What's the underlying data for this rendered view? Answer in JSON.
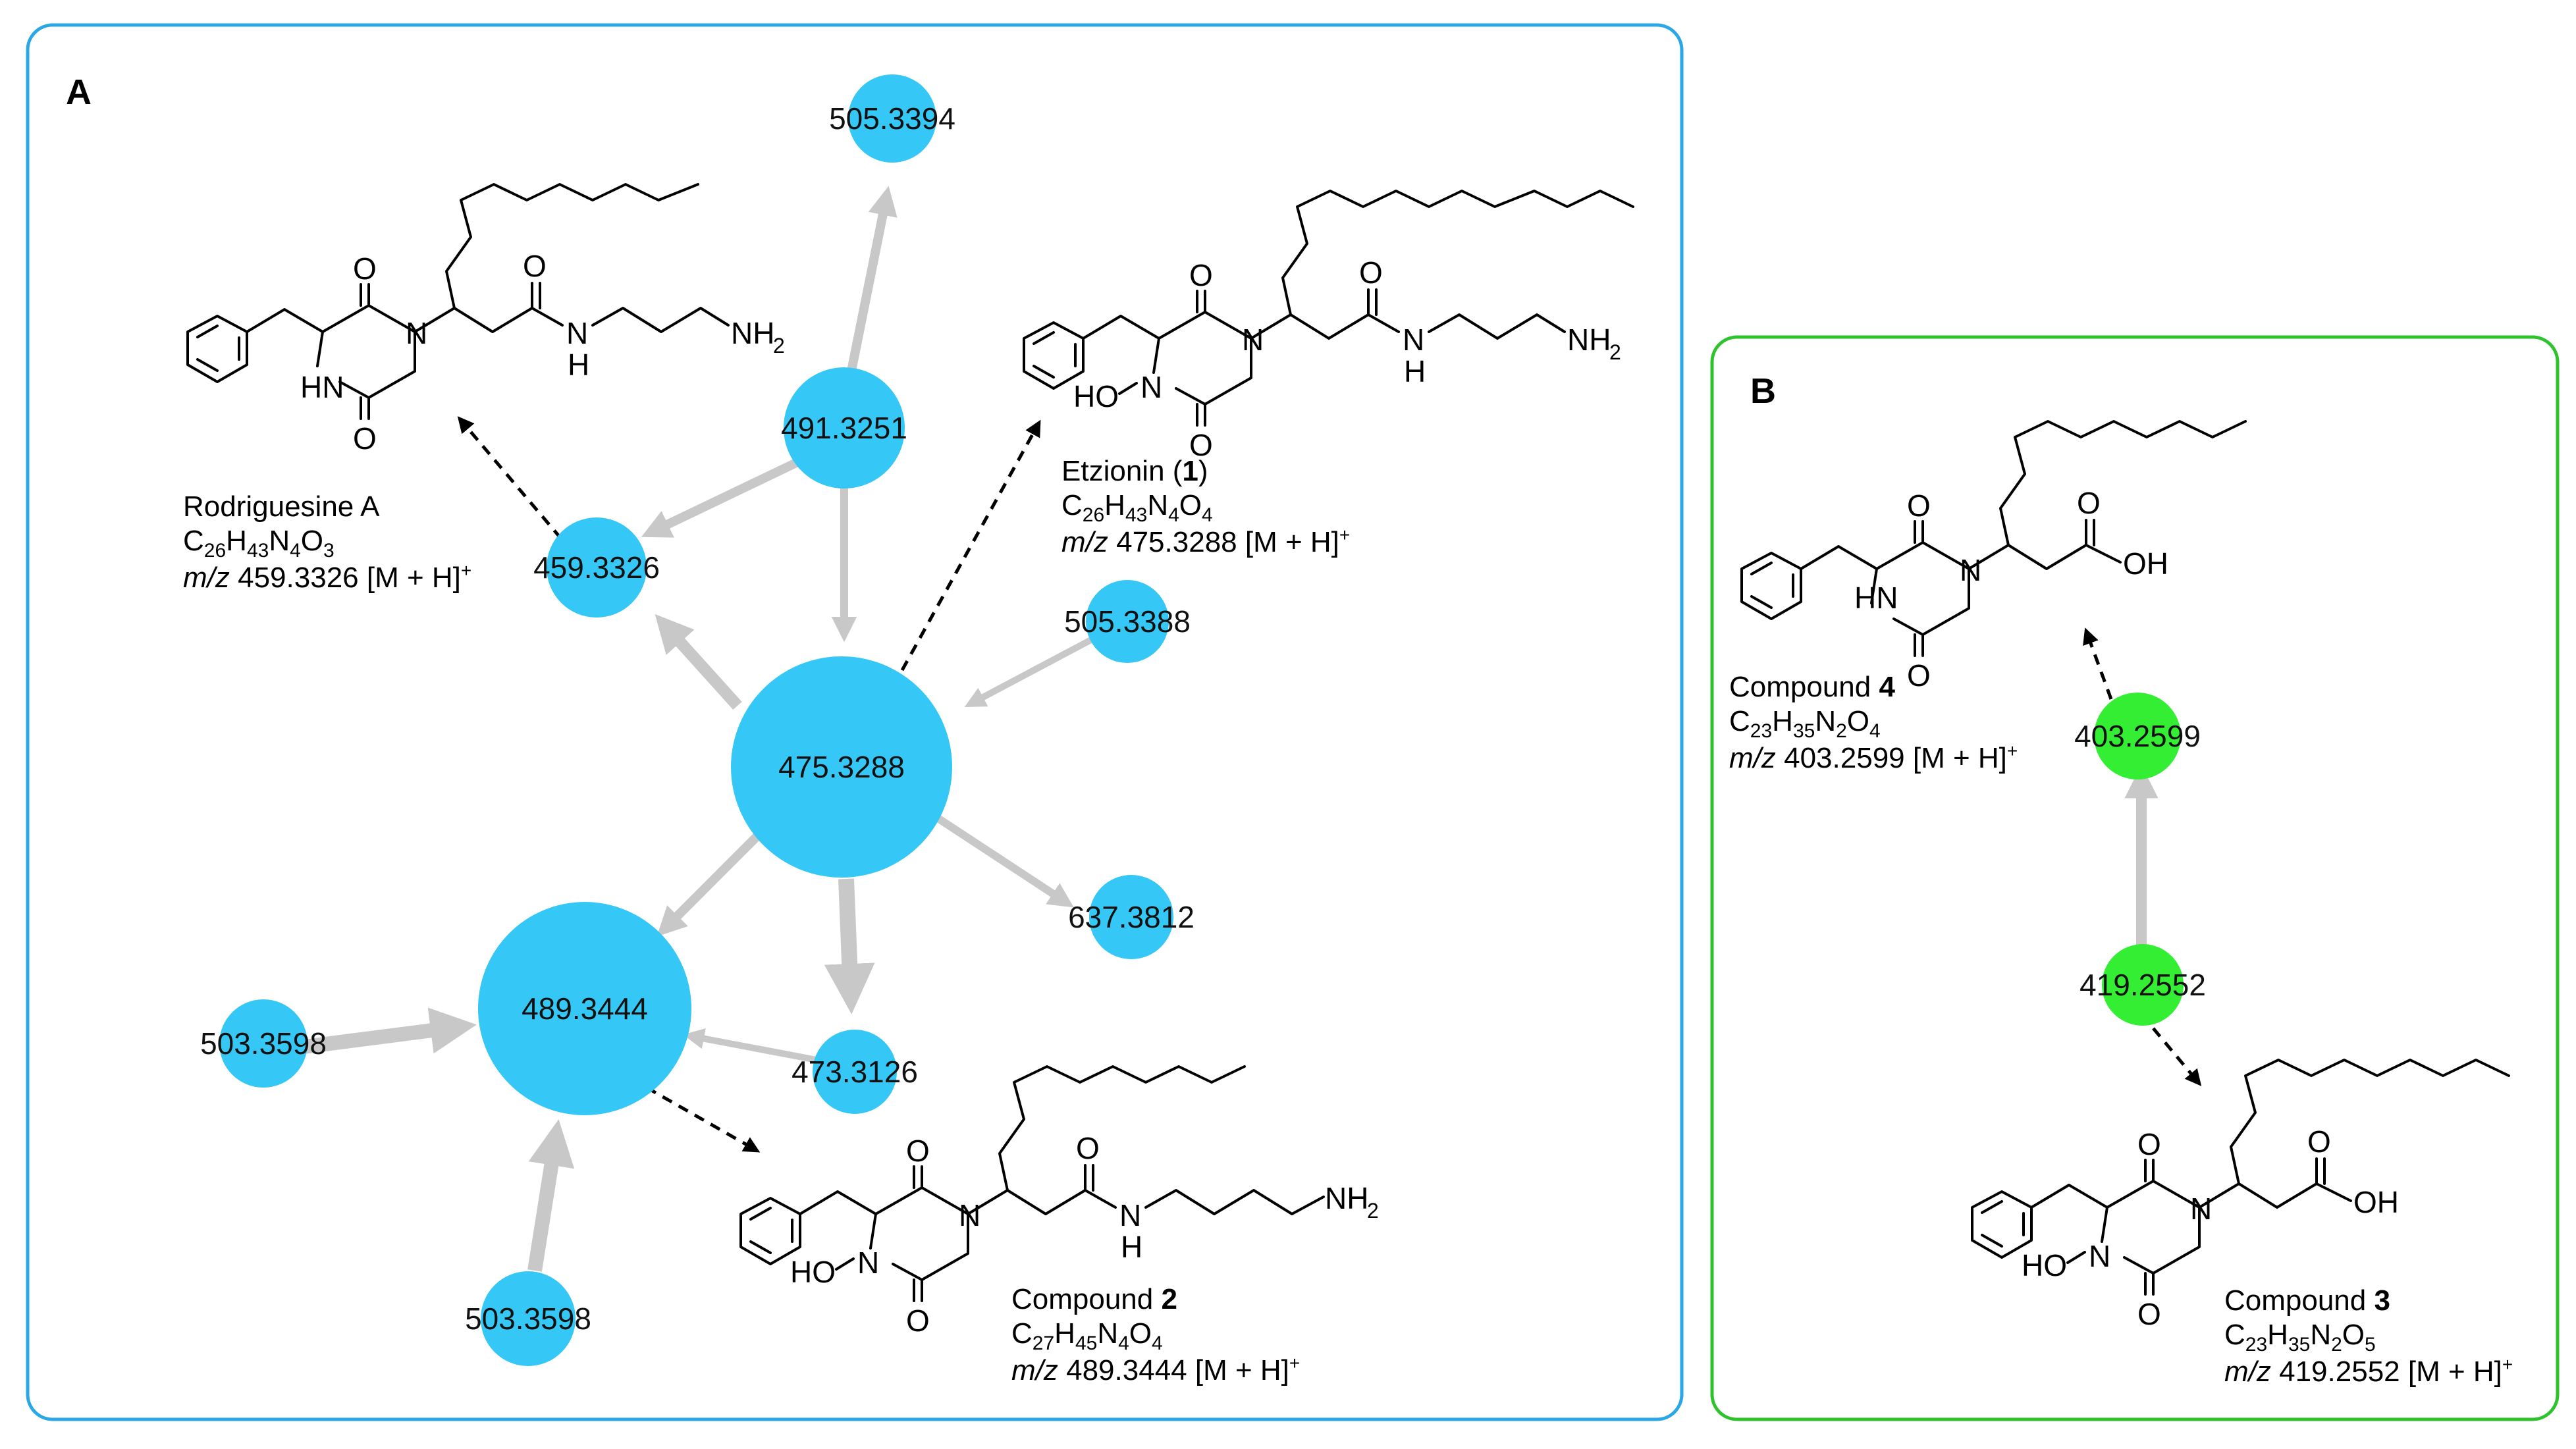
{
  "panels": {
    "a": {
      "label": "A",
      "border": "#2aa8e6",
      "node_color": "#35c7f5"
    },
    "b": {
      "label": "B",
      "border": "#2ec22e",
      "node_color": "#33ee33"
    }
  },
  "nodes": {
    "n505_3394": "505.3394",
    "n491_3251": "491.3251",
    "n459_3326": "459.3326",
    "n505_3388": "505.3388",
    "n475_3288": "475.3288",
    "n637_3812": "637.3812",
    "n489_3444": "489.3444",
    "n503_3598_left": "503.3598",
    "n473_3126": "473.3126",
    "n503_3598_bottom": "503.3598",
    "n403_2599": "403.2599",
    "n419_2552": "419.2552"
  },
  "captions": {
    "rodriguesine": {
      "name": "Rodriguesine A",
      "formula_parts": [
        "C",
        "26",
        "H",
        "43",
        "N",
        "4",
        "O",
        "3"
      ],
      "mz_prefix": "m/z",
      "mz_value": " 459.3326 [M + H]",
      "mz_charge": "+"
    },
    "etzionin": {
      "name": "Etzionin (",
      "name_bold": "1",
      "name_end": ")",
      "formula_parts": [
        "C",
        "26",
        "H",
        "43",
        "N",
        "4",
        "O",
        "4"
      ],
      "mz_prefix": "m/z",
      "mz_value": " 475.3288 [M + H]",
      "mz_charge": "+"
    },
    "compound2": {
      "name": "Compound ",
      "name_bold": "2",
      "formula_parts": [
        "C",
        "27",
        "H",
        "45",
        "N",
        "4",
        "O",
        "4"
      ],
      "mz_prefix": "m/z",
      "mz_value": " 489.3444 [M + H]",
      "mz_charge": "+"
    },
    "compound4": {
      "name": "Compound ",
      "name_bold": "4",
      "formula_parts": [
        "C",
        "23",
        "H",
        "35",
        "N",
        "2",
        "O",
        "4"
      ],
      "mz_prefix": "m/z",
      "mz_value": " 403.2599 [M + H]",
      "mz_charge": "+"
    },
    "compound3": {
      "name": "Compound ",
      "name_bold": "3",
      "formula_parts": [
        "C",
        "23",
        "H",
        "35",
        "N",
        "2",
        "O",
        "5"
      ],
      "mz_prefix": "m/z",
      "mz_value": " 419.2552 [M + H]",
      "mz_charge": "+"
    }
  },
  "atoms": {
    "O": "O",
    "N": "N",
    "HN": "HN",
    "H": "H",
    "HO": "HO",
    "OH": "OH",
    "NH": "NH",
    "two": "2"
  }
}
